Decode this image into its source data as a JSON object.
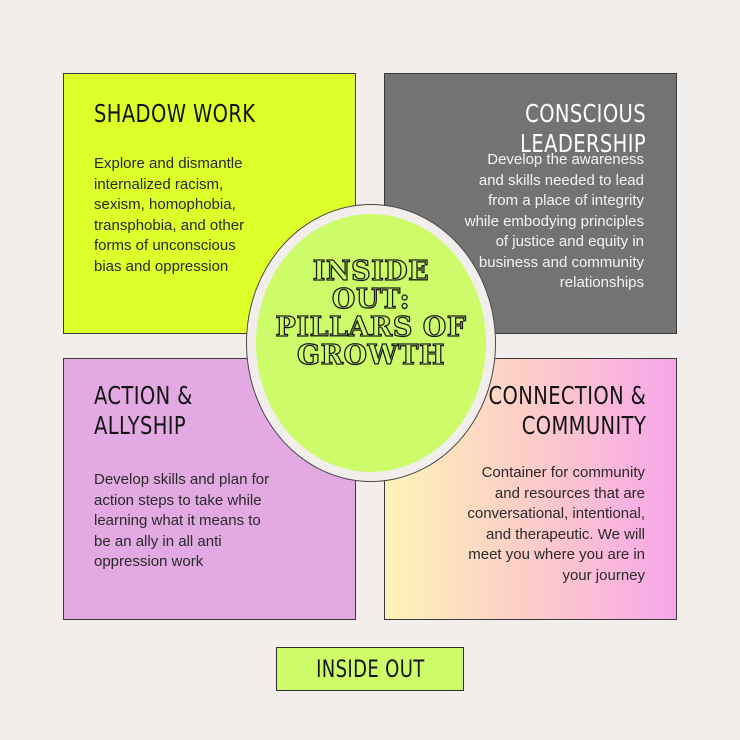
{
  "cards": {
    "shadow": {
      "title": "SHADOW WORK",
      "body": "Explore and dismantle\ninternalized racism,\nsexism, homophobia,\ntransphobia, and other\nforms of unconscious\nbias and oppression"
    },
    "leadership": {
      "title": "CONSCIOUS LEADERSHIP",
      "body": "Develop the awareness\nand skills needed to lead\nfrom a place of integrity\nwhile embodying principles\nof justice and equity in\nbusiness and community\nrelationships"
    },
    "action": {
      "title": "ACTION &\nALLYSHIP",
      "body": "Develop skills and plan for\naction steps to take while\nlearning what it means to\nbe an ally in all anti\noppression work"
    },
    "connection": {
      "title": "CONNECTION &\nCOMMUNITY",
      "body": "Container for community\nand resources that are\nconversational, intentional,\nand therapeutic. We will\nmeet you where you are in\nyour journey"
    }
  },
  "center": {
    "title": "INSIDE\nOUT:\nPILLARS OF\nGROWTH"
  },
  "footer": {
    "label": "INSIDE OUT"
  },
  "colors": {
    "background": "#f1eeec",
    "lime": "#deff2a",
    "gray": "#737373",
    "orchid": "#e2a9e2",
    "center_green": "#cdfb6a",
    "gradient_start": "#fff3b8",
    "gradient_end": "#f7a6ea"
  }
}
